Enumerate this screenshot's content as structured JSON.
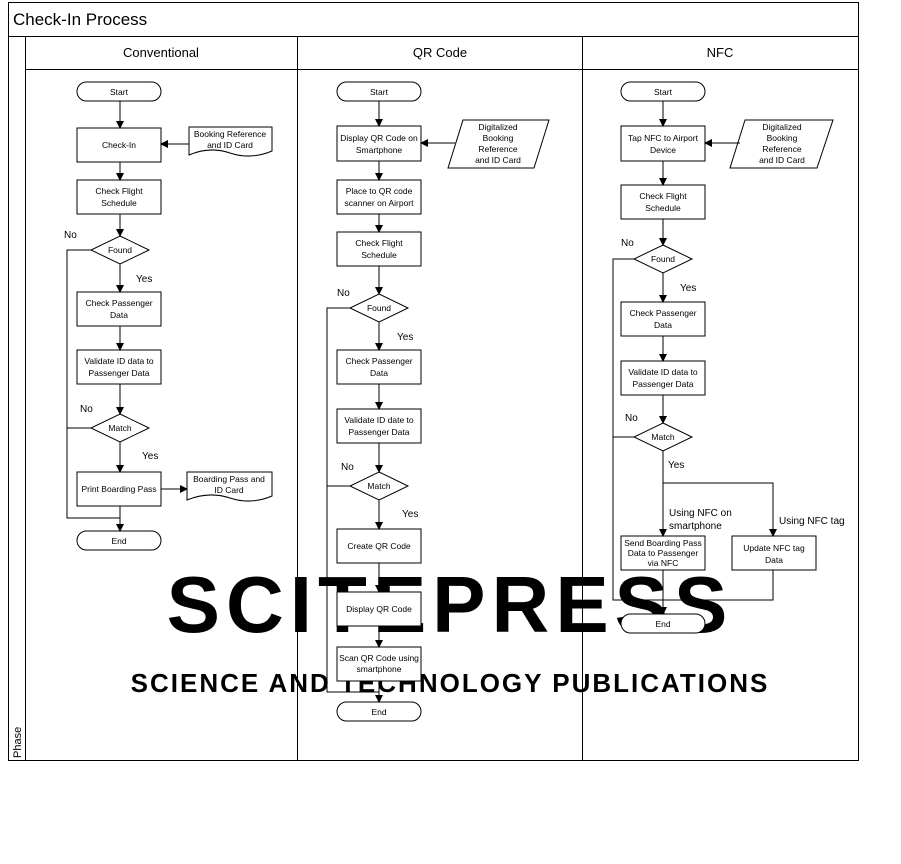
{
  "title": "Check-In Process",
  "phase_label": "Phase",
  "lanes": [
    "Conventional",
    "QR Code",
    "NFC"
  ],
  "watermark": {
    "logo_text": "SCITEPRESS",
    "tagline": "SCIENCE AND TECHNOLOGY PUBLICATIONS"
  },
  "conventional": {
    "start": "Start",
    "checkin": "Check-In",
    "doc": [
      "Booking Reference",
      "and ID Card"
    ],
    "check_flight": [
      "Check Flight",
      "Schedule"
    ],
    "found": "Found",
    "check_passenger": [
      "Check Passenger",
      "Data"
    ],
    "validate": [
      "Validate ID data to",
      "Passenger Data"
    ],
    "match": "Match",
    "print": "Print Boarding Pass",
    "boarding_doc": [
      "Boarding Pass and",
      "ID Card"
    ],
    "end": "End",
    "no1": "No",
    "yes1": "Yes",
    "no2": "No",
    "yes2": "Yes"
  },
  "qr": {
    "start": "Start",
    "display": [
      "Display QR Code on",
      "Smartphone"
    ],
    "doc": [
      "Digitalized",
      "Booking",
      "Reference",
      "and ID Card"
    ],
    "place": [
      "Place to QR code",
      "scanner on Airport"
    ],
    "check_flight": [
      "Check Flight",
      "Schedule"
    ],
    "found": "Found",
    "check_passenger": [
      "Check Passenger",
      "Data"
    ],
    "validate": [
      "Validate ID date to",
      "Passenger Data"
    ],
    "match": "Match",
    "create": "Create QR Code",
    "display2": "Display QR Code",
    "scan": [
      "Scan QR Code using",
      "smartphone"
    ],
    "end": "End",
    "no1": "No",
    "yes1": "Yes",
    "no2": "No",
    "yes2": "Yes"
  },
  "nfc": {
    "start": "Start",
    "tap": [
      "Tap NFC to Airport",
      "Device"
    ],
    "doc": [
      "Digitalized",
      "Booking",
      "Reference",
      "and ID Card"
    ],
    "check_flight": [
      "Check Flight",
      "Schedule"
    ],
    "found": "Found",
    "check_passenger": [
      "Check Passenger",
      "Data"
    ],
    "validate": [
      "Validate ID data to",
      "Passenger Data"
    ],
    "match": "Match",
    "send": [
      "Send Boarding Pass",
      "Data to Passenger",
      "via NFC"
    ],
    "update": [
      "Update NFC tag",
      "Data"
    ],
    "using_smartphone": [
      "Using NFC on",
      "smartphone"
    ],
    "using_tag": "Using NFC tag",
    "end": "End",
    "no1": "No",
    "yes1": "Yes",
    "no2": "No",
    "yes2": "Yes"
  }
}
